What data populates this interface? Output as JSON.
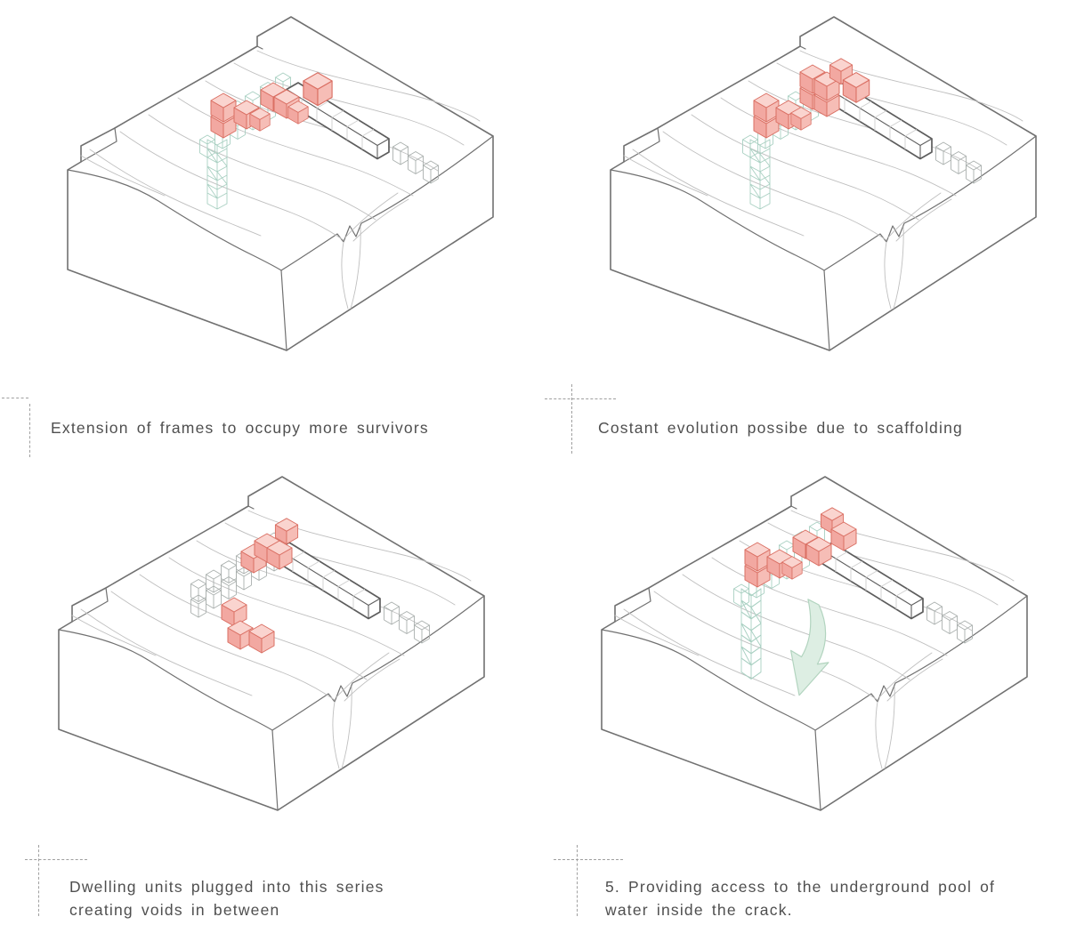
{
  "figure": {
    "kind": "isometric-architecture-process-diagram",
    "panel_count": 4,
    "background": "#ffffff"
  },
  "colors": {
    "text": "#4f4f4f",
    "marker": "#9f9f9f",
    "outline": "#717171",
    "contour": "#bfbfbf",
    "beam_outline": "#5d5d5d",
    "beam_inner": "#cfcfcf",
    "cube_top": "#fad4cf",
    "cube_left": "#f2a8a1",
    "cube_right": "#f6bdb6",
    "cube_outline": "#da6f63",
    "scaffold_teal": "#a9d0c2",
    "scaffold_gray": "#aab0ae",
    "arrow_fill": "#ddeee3",
    "arrow_outline": "#b2d4bf"
  },
  "panels": [
    {
      "caption": "Extension of frames to occupy more survivors",
      "marker": "corner-dashed",
      "scaffold": "teal",
      "has_arrow": false,
      "content": "terrain block with frame beam, red dwelling cubes extended along scaffolding"
    },
    {
      "caption": "Costant evolution possibe due to scaffolding",
      "marker": "cross-dashed",
      "scaffold": "teal",
      "has_arrow": false,
      "content": "terrain block with stacked red dwelling cubes growing on scaffolding"
    },
    {
      "caption": "Dwelling units plugged into this series\ncreating voids in between",
      "marker": "cross-dashed",
      "scaffold": "gray",
      "has_arrow": false,
      "content": "terrain block with dwelling cubes plugged into gray lattice, voids between"
    },
    {
      "caption": "5. Providing access to the underground pool  of\nwater inside the crack.",
      "marker": "cross-dashed",
      "scaffold": "teal",
      "has_arrow": true,
      "content": "terrain block with scaffold tower and green arrow pointing down into the crack"
    }
  ]
}
